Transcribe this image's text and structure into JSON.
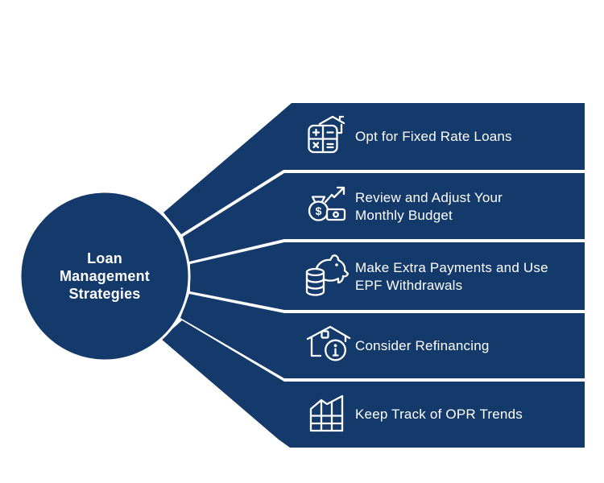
{
  "title": {
    "lines": [
      "Loan",
      "Management",
      "Strategies"
    ]
  },
  "colors": {
    "navy": "#14396B",
    "text": "#FFFFFF",
    "background": "#FFFFFF"
  },
  "bands": [
    {
      "icon": "house-calculator-icon",
      "lines": [
        "Opt for Fixed Rate Loans"
      ]
    },
    {
      "icon": "money-bag-growth-icon",
      "lines": [
        "Review and Adjust Your",
        "Monthly Budget"
      ],
      "currency_symbol": "$"
    },
    {
      "icon": "piggy-bank-coins-icon",
      "lines": [
        "Make Extra Payments and Use",
        "EPF Withdrawals"
      ]
    },
    {
      "icon": "house-refinance-info-icon",
      "lines": [
        "Consider Refinancing"
      ]
    },
    {
      "icon": "opr-trends-chart-icon",
      "lines": [
        "Keep Track of OPR Trends"
      ]
    }
  ]
}
